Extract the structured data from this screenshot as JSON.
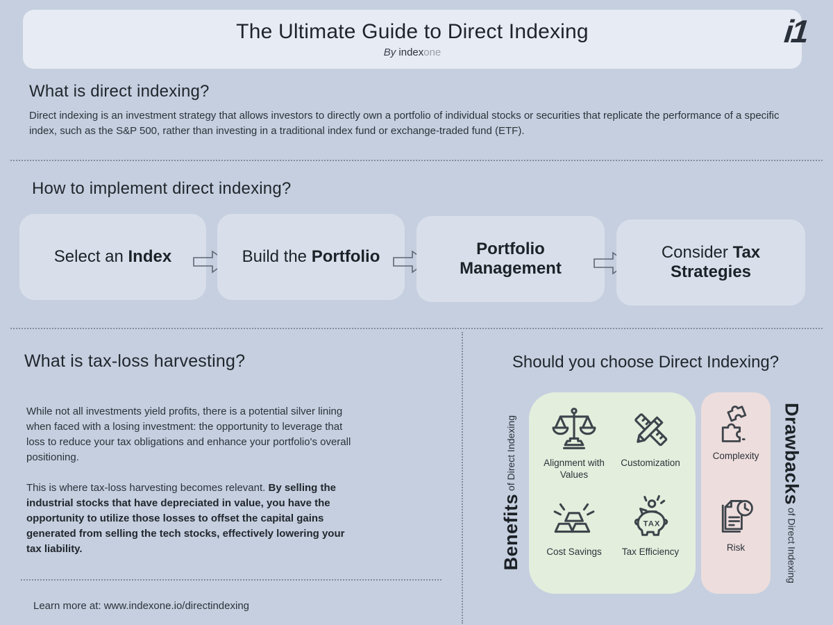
{
  "colors": {
    "background": "#c5cfdf",
    "header_card": "#e7ebf4",
    "flow_box": "#d8dfeb",
    "benefits_panel": "#e4eedd",
    "drawbacks_panel": "#eddddc",
    "text_dark": "#21262d",
    "brand_muted": "#9aa0a9"
  },
  "header": {
    "title": "The Ultimate Guide to Direct Indexing",
    "byline_by": "By ",
    "brand": "index",
    "brand_suffix": "one",
    "logo": "i1"
  },
  "what_is": {
    "heading": "What is direct indexing?",
    "body": "Direct indexing is an investment strategy that allows investors to directly own a portfolio of individual stocks or securities that replicate the performance of a specific index, such as the S&P 500, rather than investing in a traditional index fund or exchange-traded fund (ETF)."
  },
  "how_to": {
    "heading": "How to implement direct indexing?",
    "steps": [
      {
        "pre": "Select an ",
        "bold": "Index"
      },
      {
        "pre": "Build the ",
        "bold": "Portfolio"
      },
      {
        "pre": "",
        "bold": "Portfolio Management"
      },
      {
        "pre": "Consider ",
        "bold": "Tax Strategies"
      }
    ]
  },
  "tax_loss": {
    "heading": "What is tax-loss harvesting?",
    "p1": "While not all investments yield profits, there is a potential silver lining when faced with a losing investment: the opportunity to leverage that loss to reduce your tax obligations and enhance your portfolio's overall positioning.",
    "p2_intro": "This is where tax-loss harvesting becomes relevant. ",
    "p2_bold": "By selling the industrial stocks that have depreciated in value, you have the opportunity to utilize those losses to offset the capital gains generated from selling the tech stocks, effectively lowering your tax liability."
  },
  "choose": {
    "heading": "Should you choose Direct Indexing?",
    "benefits_title": "Benefits",
    "benefits_subtitle": " of Direct Indexing",
    "drawbacks_title": "Drawbacks",
    "drawbacks_subtitle": " of Direct Indexing",
    "tax_icon_text": "TAX",
    "benefits": [
      {
        "label": "Alignment with Values"
      },
      {
        "label": "Customization"
      },
      {
        "label": "Cost Savings"
      },
      {
        "label": "Tax Efficiency"
      }
    ],
    "drawbacks": [
      {
        "label": "Complexity"
      },
      {
        "label": "Risk"
      }
    ]
  },
  "footer": {
    "text": "Learn more at: www.indexone.io/directindexing"
  }
}
